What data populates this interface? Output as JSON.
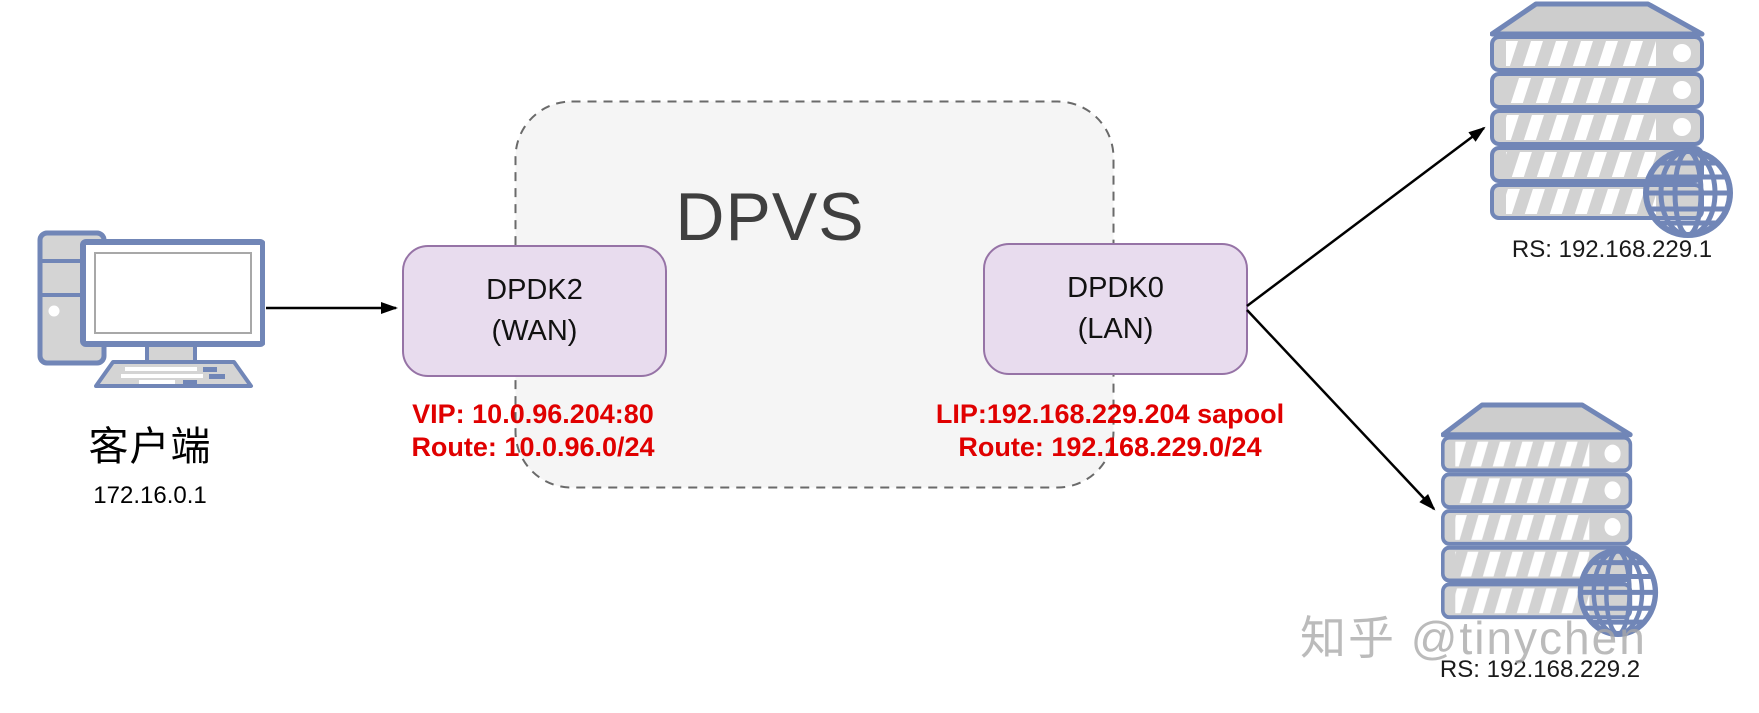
{
  "colors": {
    "red_accent": "#e00000",
    "nic_fill": "#e8dcee",
    "nic_border": "#9673a6",
    "icon_blue": "#7186b7",
    "dpvs_fill": "#f5f5f5",
    "dashed_border": "#6a6a6a",
    "title_text": "#3f3f3f",
    "watermark_gray": "#a8a8a8"
  },
  "client": {
    "icon": "desktop-computer-icon",
    "label": "客户端",
    "ip": "172.16.0.1"
  },
  "dpvs": {
    "title": "DPVS"
  },
  "nics": {
    "wan": {
      "name": "DPDK2",
      "zone": "(WAN)",
      "config_line1": "VIP: 10.0.96.204:80",
      "config_line2": "Route: 10.0.96.0/24"
    },
    "lan": {
      "name": "DPDK0",
      "zone": "(LAN)",
      "config_line1": "LIP:192.168.229.204 sapool",
      "config_line2": "Route: 192.168.229.0/24"
    }
  },
  "real_servers": [
    {
      "icon": "server-rack-icon",
      "label": "RS: 192.168.229.1"
    },
    {
      "icon": "server-rack-icon",
      "label": "RS: 192.168.229.2"
    }
  ],
  "watermark": "知乎 @tinychen"
}
